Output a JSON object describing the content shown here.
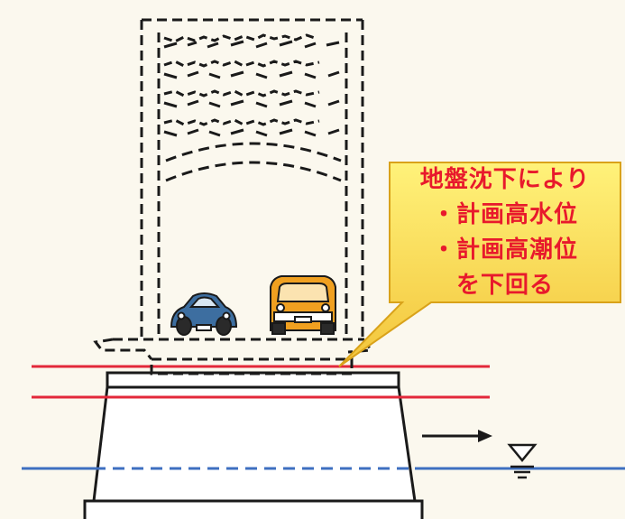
{
  "callout": {
    "lines": [
      "地盤沈下により",
      "・計画高水位",
      "・計画高潮位",
      "を下回る"
    ],
    "text_color": "#e8192c",
    "fill_top": "#fff27a",
    "fill_bottom": "#f3c53b",
    "border_color": "#d9a21a"
  },
  "colors": {
    "background": "#fbf8ee",
    "planned_level_lines": "#e3283a",
    "water_line": "#3e6fc0",
    "outline": "#1a1a1a",
    "car_left": "#3d6ea0",
    "car_right": "#f0a020"
  },
  "icons": {
    "flow_arrow": "right-arrow-icon",
    "water_level_mark": "water-level-triangle-icon"
  }
}
